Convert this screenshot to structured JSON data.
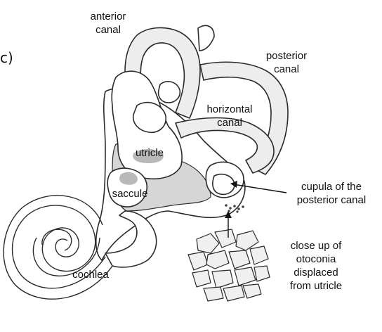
{
  "panel_label": "c)",
  "labels": {
    "anterior_canal": [
      "anterior",
      "canal"
    ],
    "posterior_canal": [
      "posterior",
      "canal"
    ],
    "horizontal_canal": [
      "horizontal",
      "canal"
    ],
    "utricle": "utricle",
    "saccule": "saccule",
    "cochlea": "cochlea",
    "cupula": [
      "cupula of the",
      "posterior canal"
    ],
    "otoconia": [
      "close up of",
      "otoconia",
      "displaced",
      "from utricle"
    ]
  }
}
